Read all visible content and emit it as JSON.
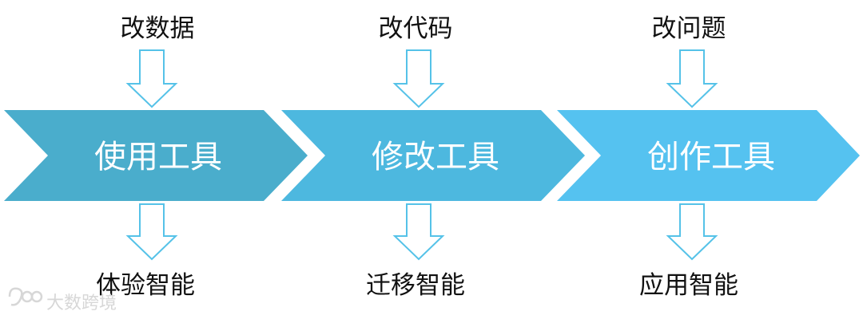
{
  "stages": [
    {
      "input": "改数据",
      "tool": "使用工具",
      "output": "体验智能",
      "color": "#4AADCC"
    },
    {
      "input": "改代码",
      "tool": "修改工具",
      "output": "迁移智能",
      "color": "#4DB8DF"
    },
    {
      "input": "改问题",
      "tool": "创作工具",
      "output": "应用智能",
      "color": "#55C2F0"
    }
  ],
  "arrow_stroke_color": "#55C2E8",
  "watermark": "大数跨境"
}
